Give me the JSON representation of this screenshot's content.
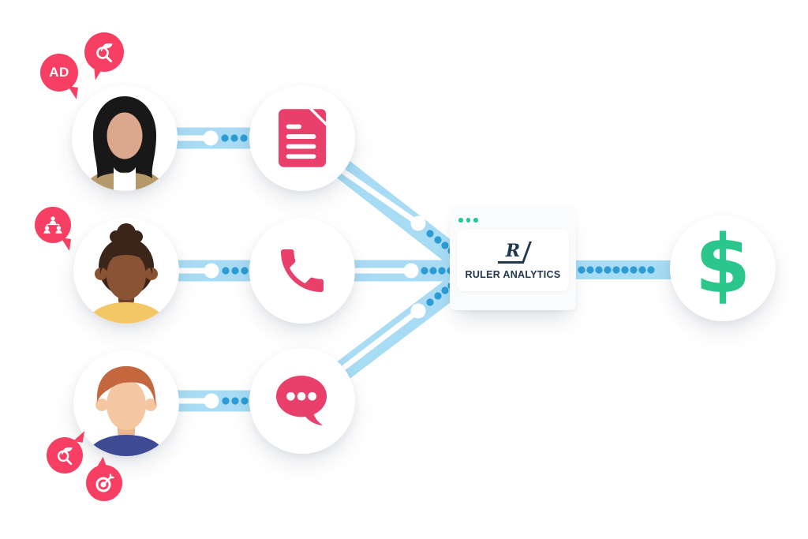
{
  "badges": {
    "ad": {
      "label": "AD",
      "meaning": "paid-ad-channel"
    },
    "organic_search_top": {
      "icon": "organic-search-icon"
    },
    "org_chart": {
      "icon": "org-chart-icon"
    },
    "organic_search_bottom": {
      "icon": "organic-search-icon"
    },
    "target": {
      "icon": "target-dart-icon"
    }
  },
  "visitors": [
    {
      "id": "visitor-hijab"
    },
    {
      "id": "visitor-curly-bun"
    },
    {
      "id": "visitor-red-hair"
    }
  ],
  "channels": [
    {
      "id": "form",
      "icon": "document-form-icon"
    },
    {
      "id": "call",
      "icon": "phone-icon"
    },
    {
      "id": "chat",
      "icon": "chat-bubble-icon"
    }
  ],
  "platform": {
    "logo_letter": "R",
    "name": "RULER ANALYTICS",
    "window_dot_count": 3
  },
  "revenue": {
    "symbol": "$"
  },
  "colors": {
    "badge_pink": "#F73E63",
    "icon_pink": "#E9406B",
    "connector_band_blue": "#A8DCF4",
    "connector_dot_blue": "#2D9CD6",
    "window_dot_green": "#1FCB97",
    "dollar_green": "#2BC68C",
    "logo_navy": "#21374D",
    "hijab_black": "#181818",
    "shoulder_khaki": "#B5996B",
    "skin_light": "#DCA88D",
    "skin_brown": "#8A5434",
    "hair_dark_brown": "#3B2518",
    "top_yellow": "#F3C666",
    "skin_fair": "#F4C7A2",
    "hair_auburn": "#C4663E",
    "shirt_navy": "#3D4B95"
  }
}
